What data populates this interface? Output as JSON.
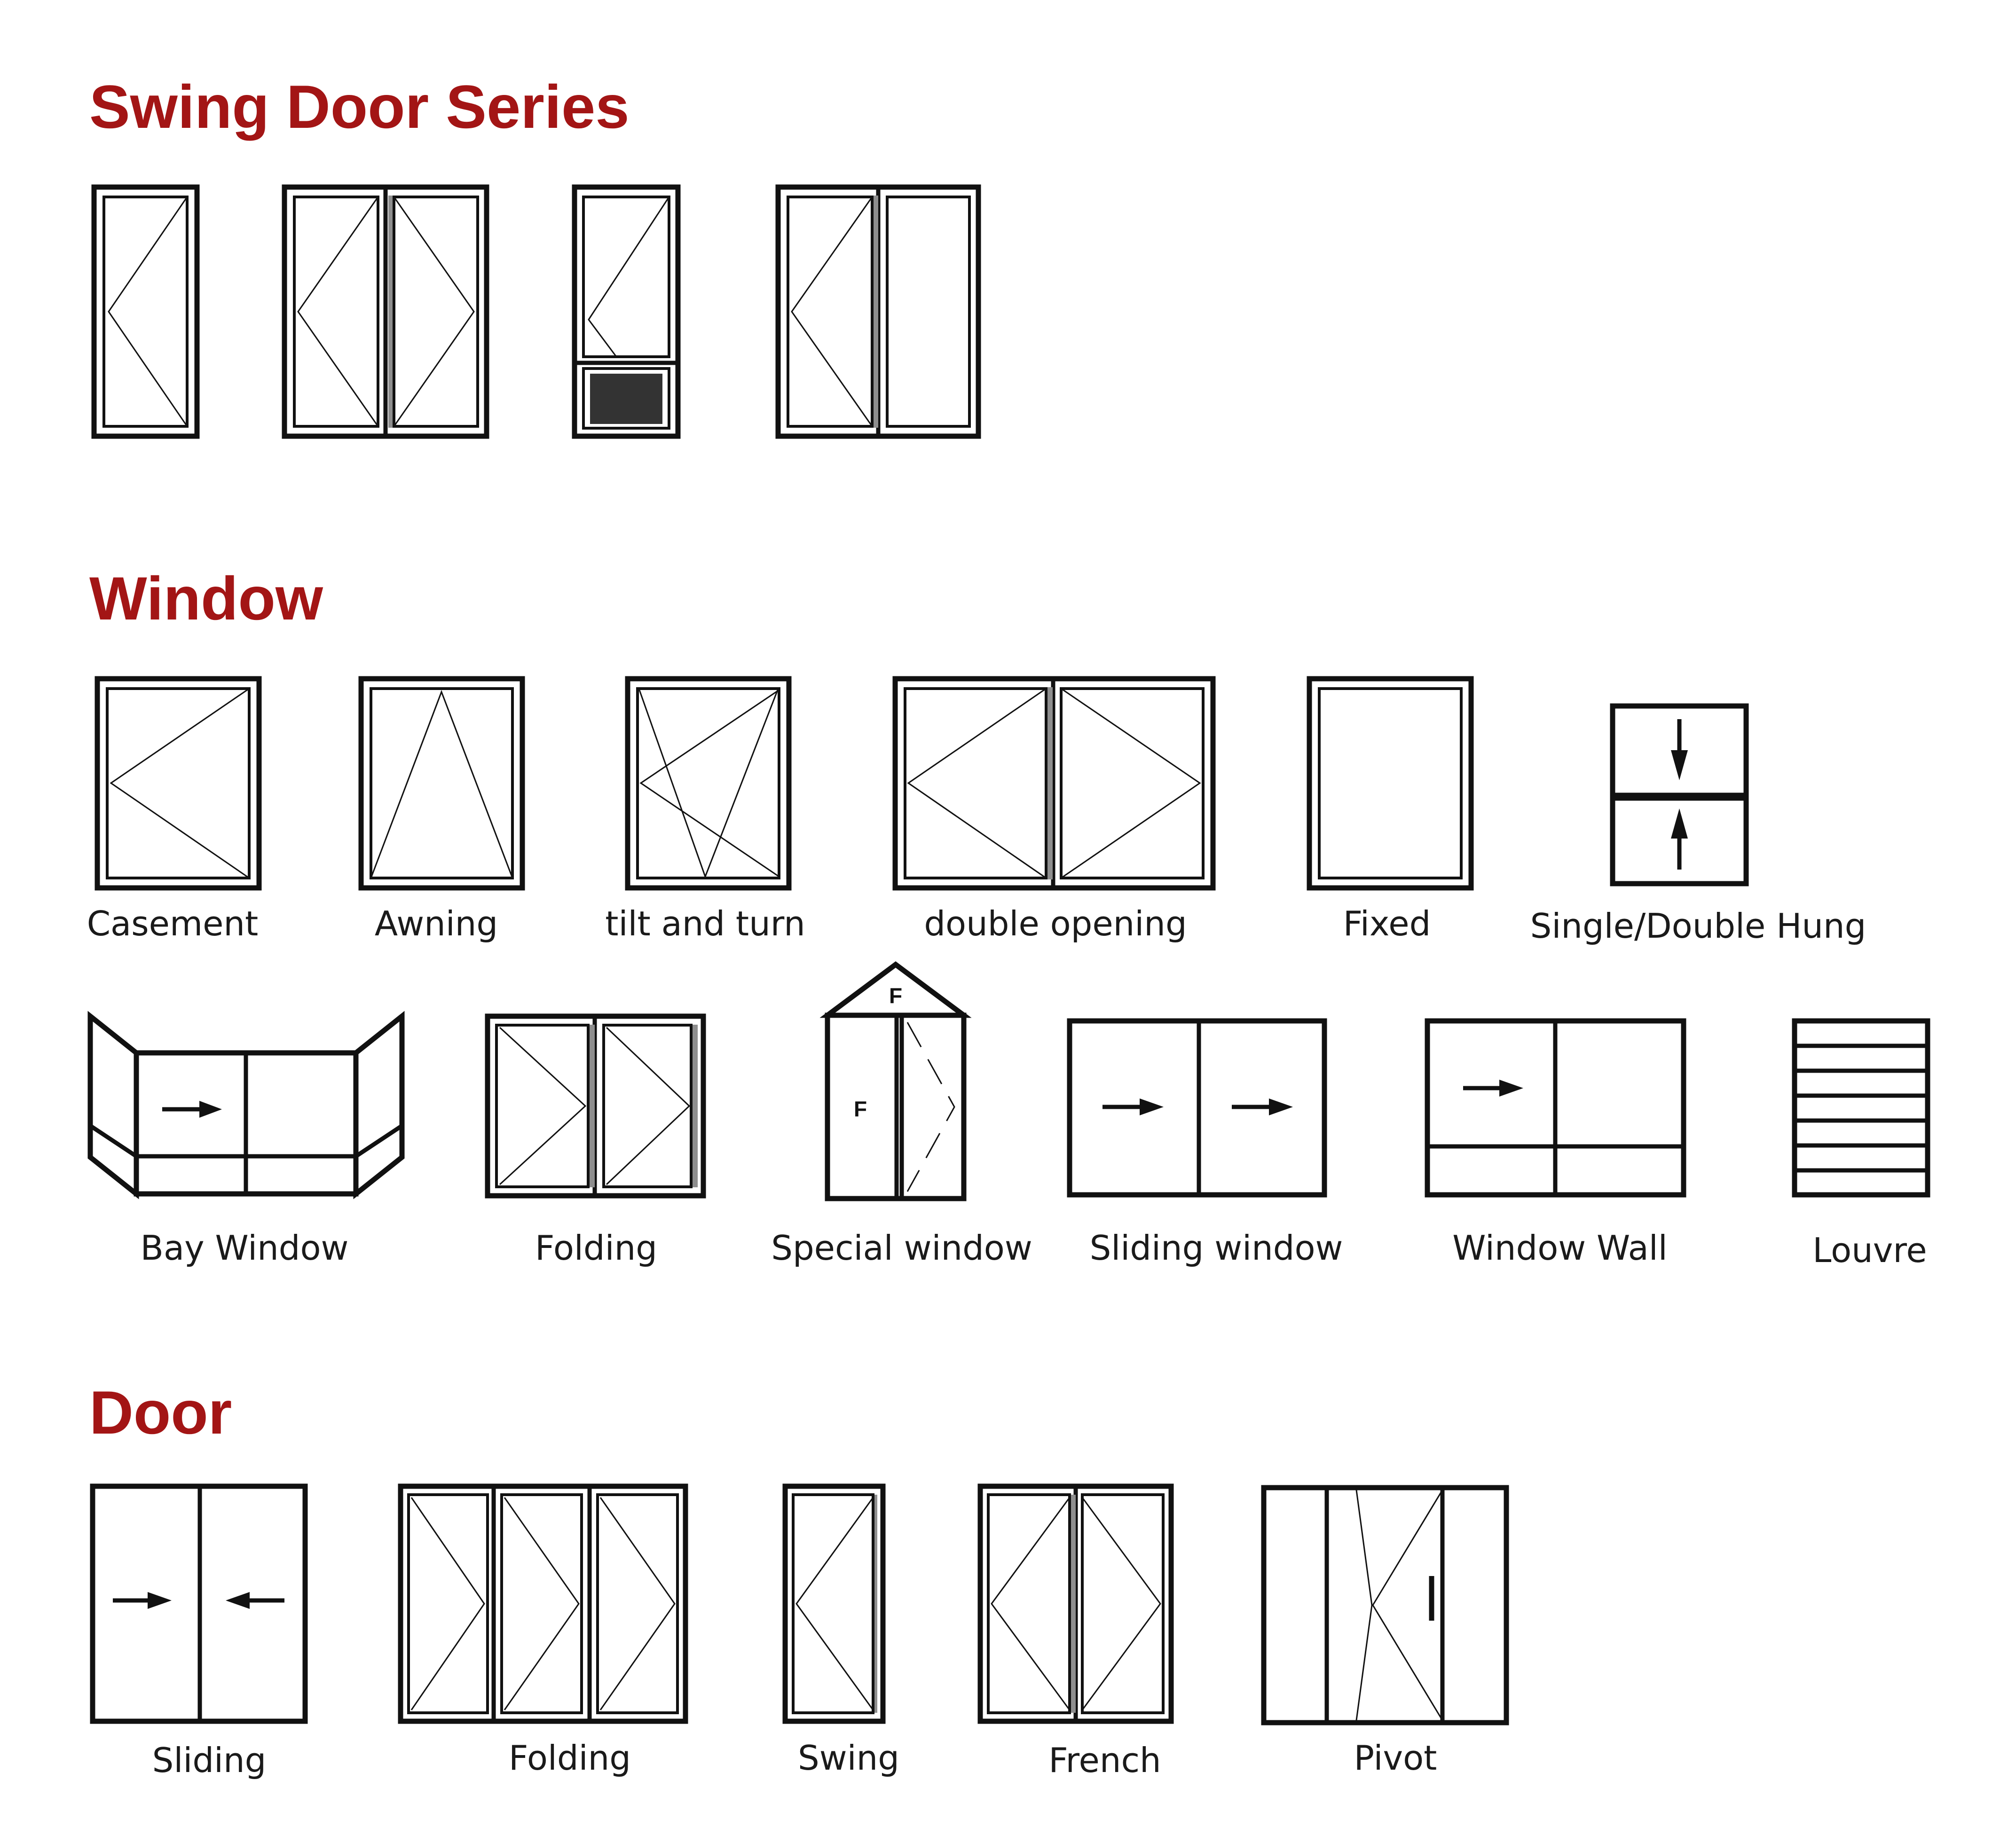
{
  "colors": {
    "heading": "#a31515",
    "lines": "#111111",
    "background": "#ffffff"
  },
  "sections": {
    "swing": {
      "title": "Swing Door Series"
    },
    "window": {
      "title": "Window",
      "labels": {
        "casement": "Casement",
        "awning": "Awning",
        "tilt_turn": "tilt and turn",
        "double_opening": "double opening",
        "fixed": "Fixed",
        "hung": "Single/Double Hung",
        "bay": "Bay Window",
        "folding": "Folding",
        "special": "Special window",
        "sliding": "Sliding window",
        "wall": "Window Wall",
        "louvre": "Louvre"
      },
      "special_marks": {
        "top": "F",
        "left": "F"
      }
    },
    "door": {
      "title": "Door",
      "labels": {
        "sliding": "Sliding",
        "folding": "Folding",
        "swing": "Swing",
        "french": "French",
        "pivot": "Pivot"
      }
    }
  }
}
